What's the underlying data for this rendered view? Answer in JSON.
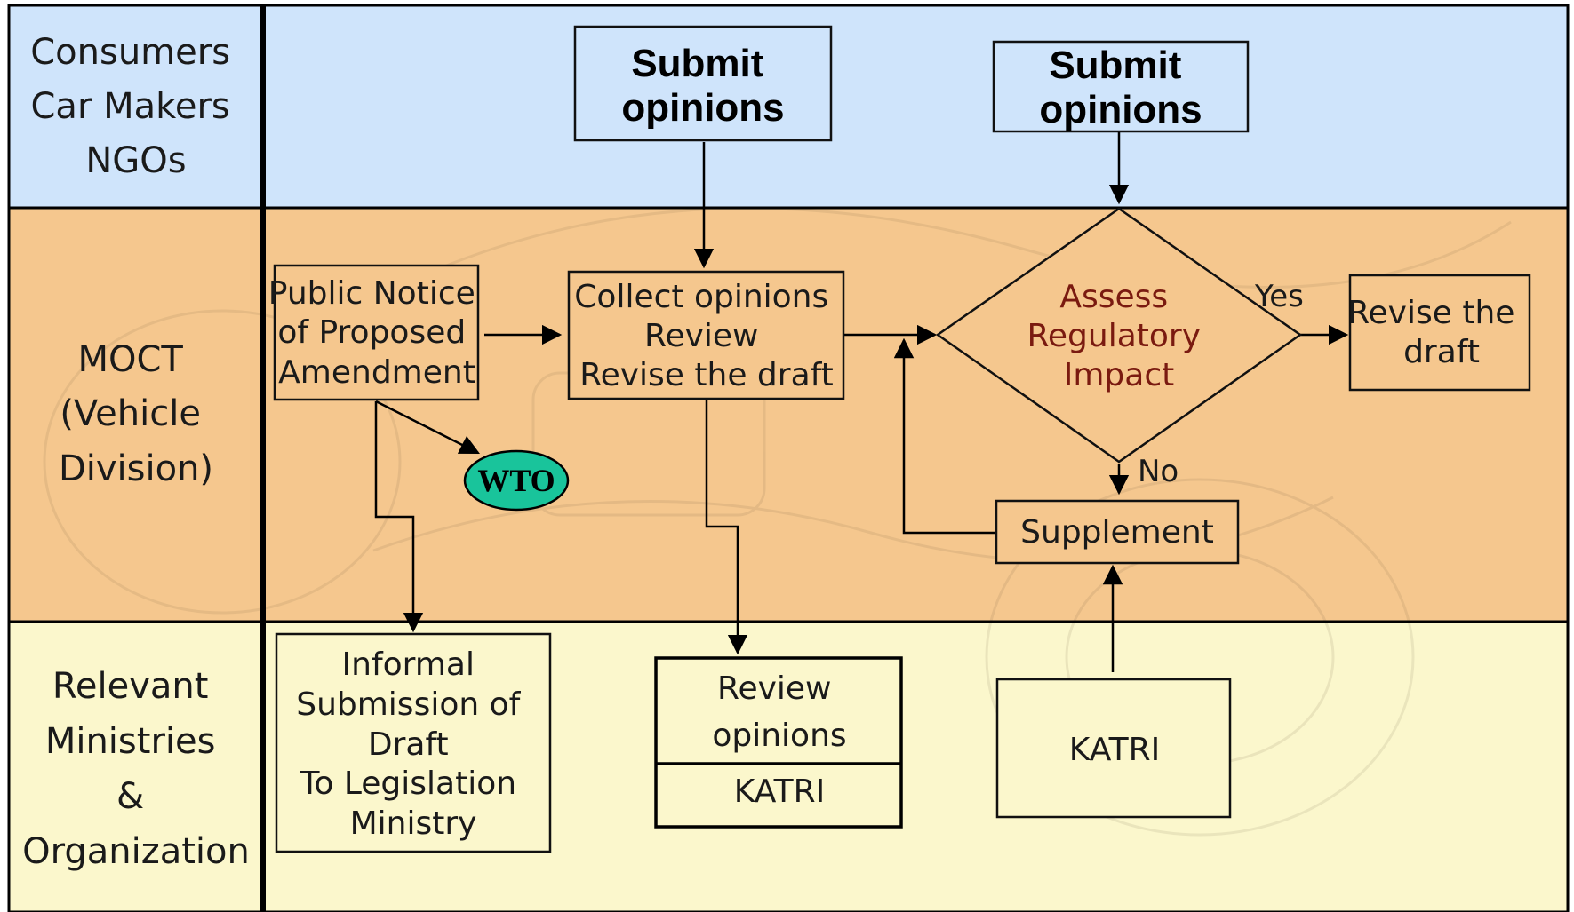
{
  "lanes": {
    "top": {
      "lines": [
        "Consumers",
        "Car Makers",
        "NGOs"
      ]
    },
    "middle": {
      "lines": [
        "MOCT",
        "(Vehicle",
        "Division)"
      ]
    },
    "bottom": {
      "lines": [
        "Relevant",
        "Ministries",
        "&",
        "Organization"
      ]
    }
  },
  "nodes": {
    "submit1": {
      "lines": [
        "Submit",
        "opinions"
      ]
    },
    "submit2": {
      "lines": [
        "Submit",
        "opinions"
      ]
    },
    "public_notice": {
      "lines": [
        "Public Notice",
        "of Proposed",
        "Amendment"
      ]
    },
    "collect": {
      "lines": [
        "Collect opinions",
        "Review",
        "Revise the draft"
      ]
    },
    "assess": {
      "lines": [
        "Assess",
        "Regulatory",
        "Impact"
      ]
    },
    "revise": {
      "lines": [
        "Revise the",
        "draft"
      ]
    },
    "wto": {
      "label": "WTO"
    },
    "supplement": {
      "label": "Supplement"
    },
    "informal": {
      "lines": [
        "Informal",
        "Submission of",
        "Draft",
        "To Legislation",
        "Ministry"
      ]
    },
    "review_opinions": {
      "lines": [
        "Review",
        "opinions"
      ],
      "sub": "KATRI"
    },
    "katri": {
      "label": "KATRI"
    }
  },
  "edge_labels": {
    "yes": "Yes",
    "no": "No"
  },
  "colors": {
    "top_lane": "#cfe4fb",
    "middle_lane": "#f5c78e",
    "bottom_lane": "#fbf7cc",
    "wto_fill": "#19c49b",
    "assess_text": "#7a1a10"
  }
}
